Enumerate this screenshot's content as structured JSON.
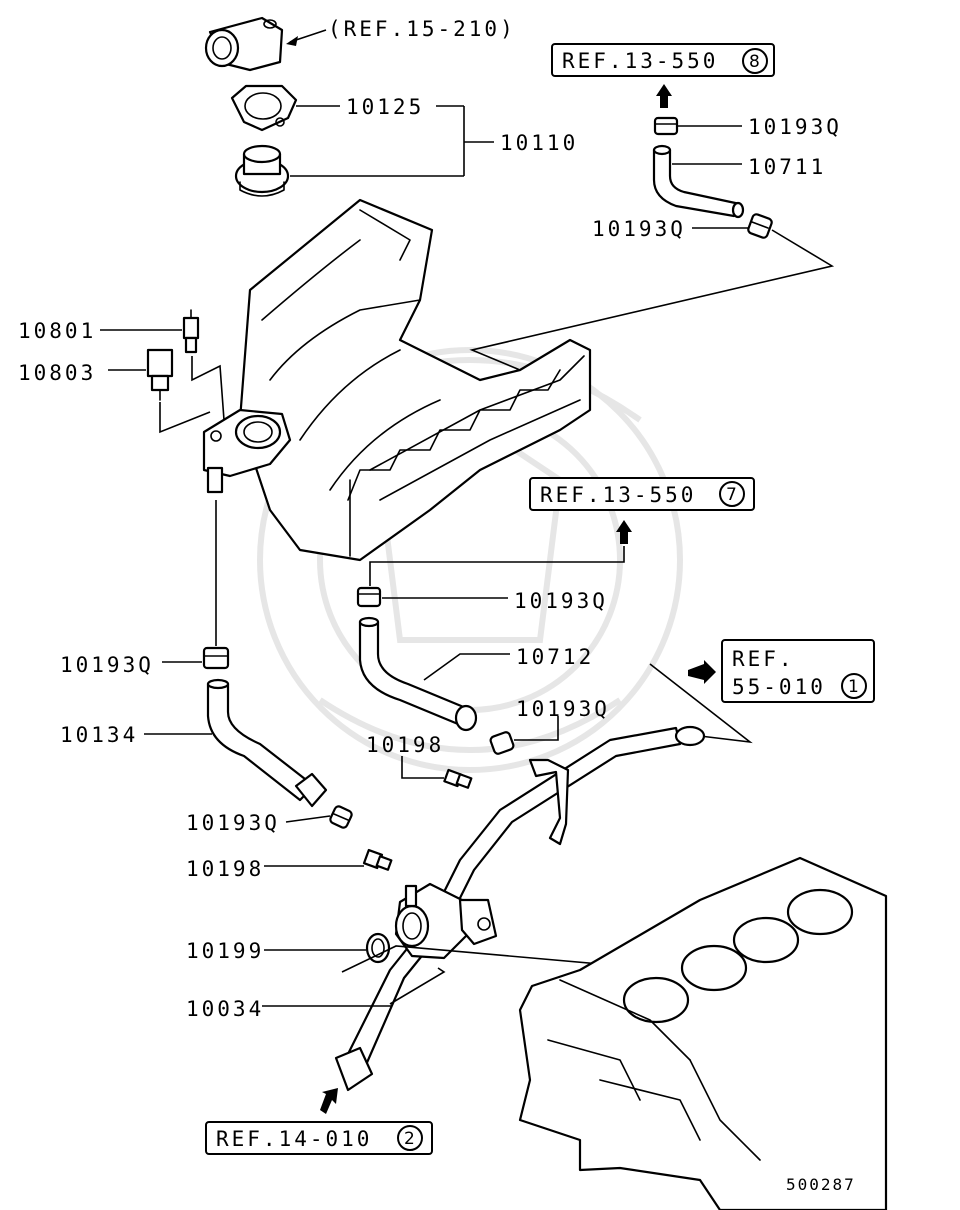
{
  "refs": {
    "ref_15_210": "(REF.15-210)",
    "ref_13_550_8": {
      "text": "REF.13-550",
      "circle": "8"
    },
    "ref_13_550_7": {
      "text": "REF.13-550",
      "circle": "7"
    },
    "ref_55_010_1": {
      "line1": "REF.",
      "line2": "55-010",
      "circle": "1"
    },
    "ref_14_010_2": {
      "text": "REF.14-010",
      "circle": "2"
    }
  },
  "labels": {
    "p10125": "10125",
    "p10110": "10110",
    "p10193q_a": "10193Q",
    "p10711": "10711",
    "p10193q_b": "10193Q",
    "p10801": "10801",
    "p10803": "10803",
    "p10193q_c": "10193Q",
    "p10712": "10712",
    "p10193q_d": "10193Q",
    "p10198_a": "10198",
    "p10193q_e": "10193Q",
    "p10134": "10134",
    "p10193q_f": "10193Q",
    "p10198_b": "10198",
    "p10199": "10199",
    "p10034": "10034"
  },
  "diagram_code": "500287"
}
